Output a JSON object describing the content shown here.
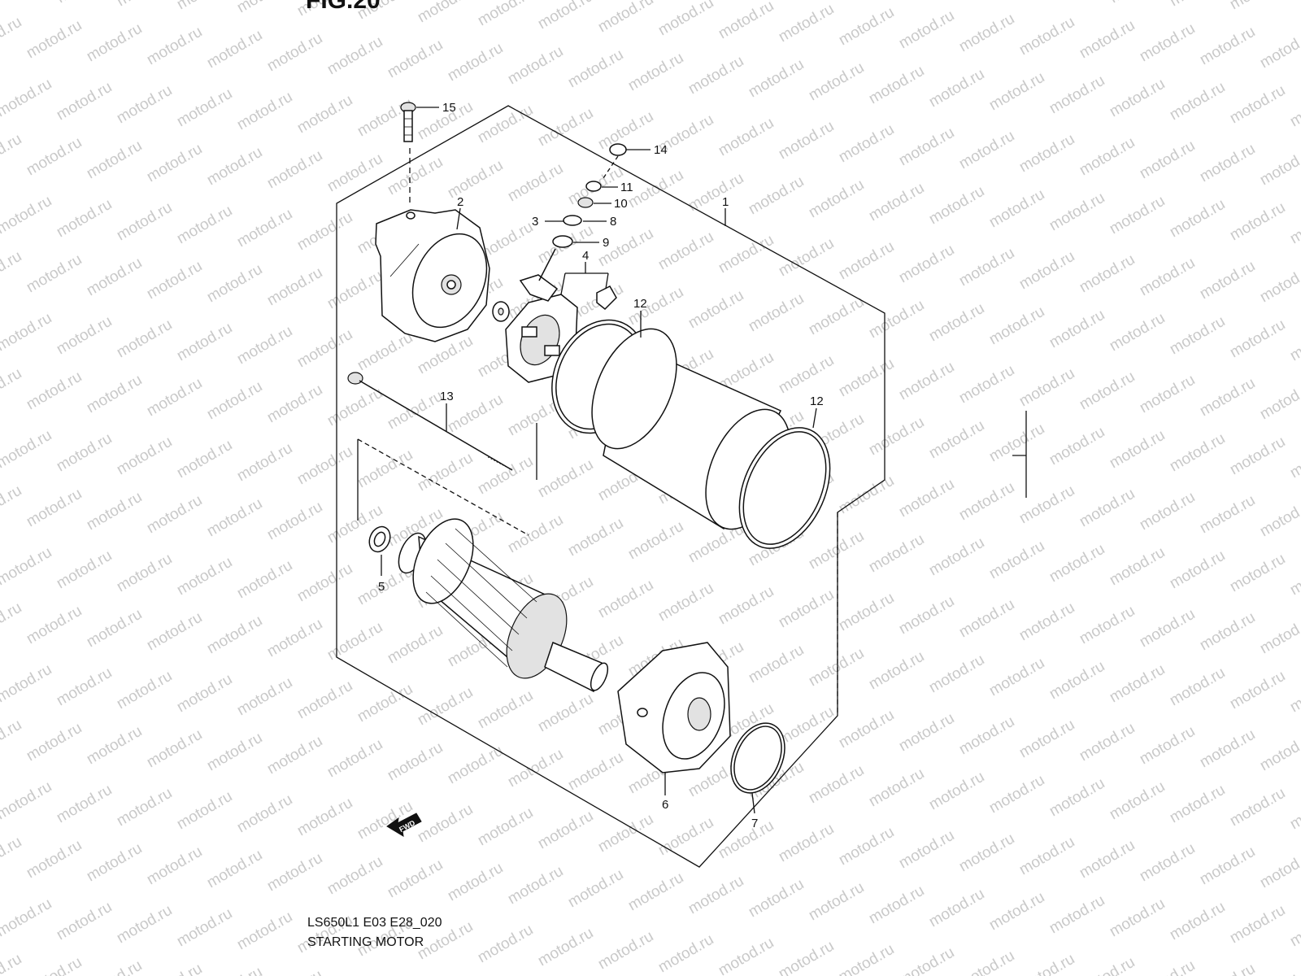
{
  "figure": {
    "heading": "FIG.20",
    "model_code": "LS650L1 E03 E28_020",
    "title": "STARTING MOTOR"
  },
  "watermark": {
    "text": "motod.ru"
  },
  "forward_marker": {
    "text": "FWD"
  },
  "callouts": [
    {
      "id": "c1",
      "text": "1"
    },
    {
      "id": "c2",
      "text": "2"
    },
    {
      "id": "c3",
      "text": "3"
    },
    {
      "id": "c4",
      "text": "4"
    },
    {
      "id": "c5",
      "text": "5"
    },
    {
      "id": "c6",
      "text": "6"
    },
    {
      "id": "c7",
      "text": "7"
    },
    {
      "id": "c8",
      "text": "8"
    },
    {
      "id": "c9",
      "text": "9"
    },
    {
      "id": "c10",
      "text": "10"
    },
    {
      "id": "c11",
      "text": "11"
    },
    {
      "id": "c12a",
      "text": "12"
    },
    {
      "id": "c12b",
      "text": "12"
    },
    {
      "id": "c13",
      "text": "13"
    },
    {
      "id": "c14",
      "text": "14"
    },
    {
      "id": "c15",
      "text": "15"
    }
  ]
}
